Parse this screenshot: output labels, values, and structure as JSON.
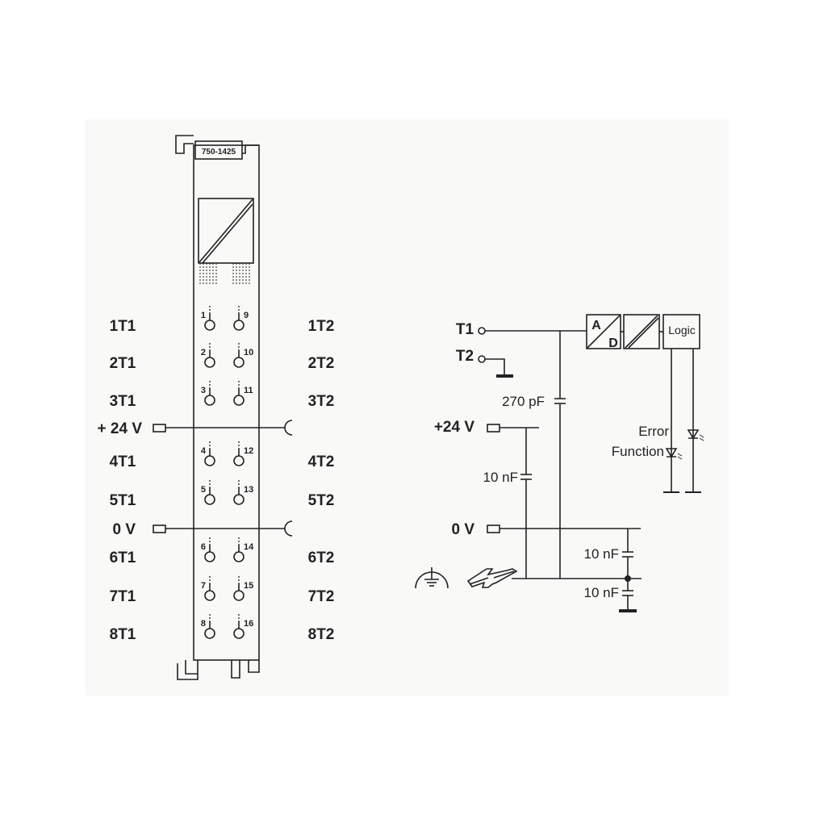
{
  "module": {
    "part_number": "750-1425",
    "left_labels": [
      "1T1",
      "2T1",
      "3T1",
      "4T1",
      "5T1",
      "6T1",
      "7T1",
      "8T1"
    ],
    "right_labels": [
      "1T2",
      "2T2",
      "3T2",
      "4T2",
      "5T2",
      "6T2",
      "7T2",
      "8T2"
    ],
    "left_numbers": [
      "1",
      "2",
      "3",
      "4",
      "5",
      "6",
      "7",
      "8"
    ],
    "right_numbers": [
      "9",
      "10",
      "11",
      "12",
      "13",
      "14",
      "15",
      "16"
    ],
    "supply_24v": "+ 24 V",
    "supply_0v": "0 V"
  },
  "circuit": {
    "t1": "T1",
    "t2": "T2",
    "cap_270": "270 pF",
    "supply_24v": "+24 V",
    "cap_10_a": "10 nF",
    "supply_0v": "0 V",
    "cap_10_b": "10 nF",
    "cap_10_c": "10 nF",
    "ad_a": "A",
    "ad_d": "D",
    "logic": "Logic",
    "error": "Error",
    "function": "Function"
  }
}
